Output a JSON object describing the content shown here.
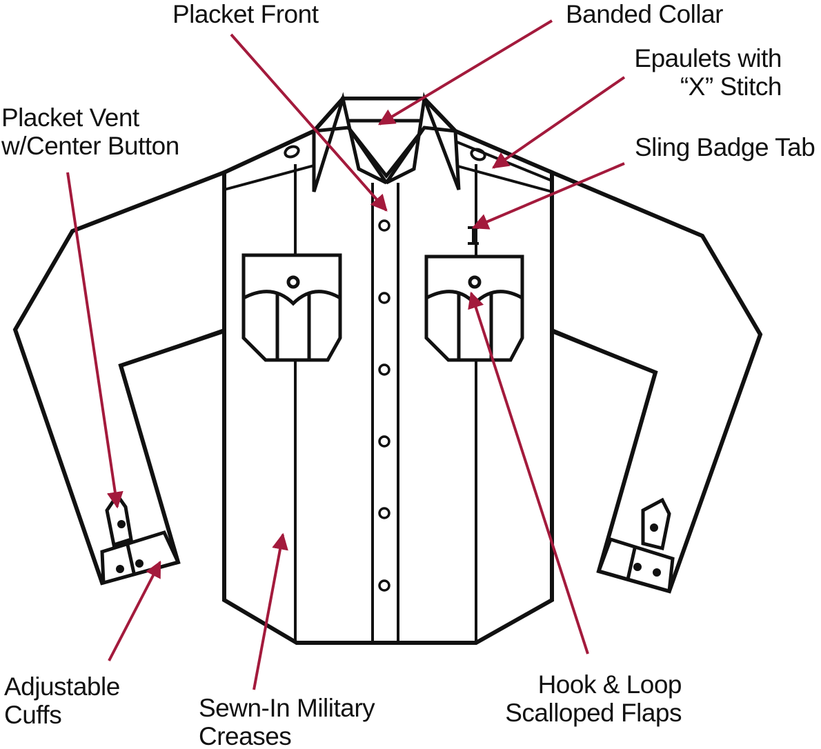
{
  "title": "Shirt features diagram",
  "colors": {
    "arrow": "#a31a3c",
    "outline": "#111111"
  },
  "labels": {
    "placket_front": "Placket Front",
    "banded_collar": "Banded Collar",
    "epaulets_1": "Epaulets with",
    "epaulets_2": "“X” Stitch",
    "placket_vent_1": "Placket Vent",
    "placket_vent_2": "w/Center Button",
    "sling_badge_tab": "Sling Badge Tab",
    "adjustable_1": "Adjustable",
    "adjustable_2": "Cuffs",
    "creases_1": "Sewn-In Military",
    "creases_2": "Creases",
    "hook_1": "Hook & Loop",
    "hook_2": "Scalloped Flaps"
  }
}
